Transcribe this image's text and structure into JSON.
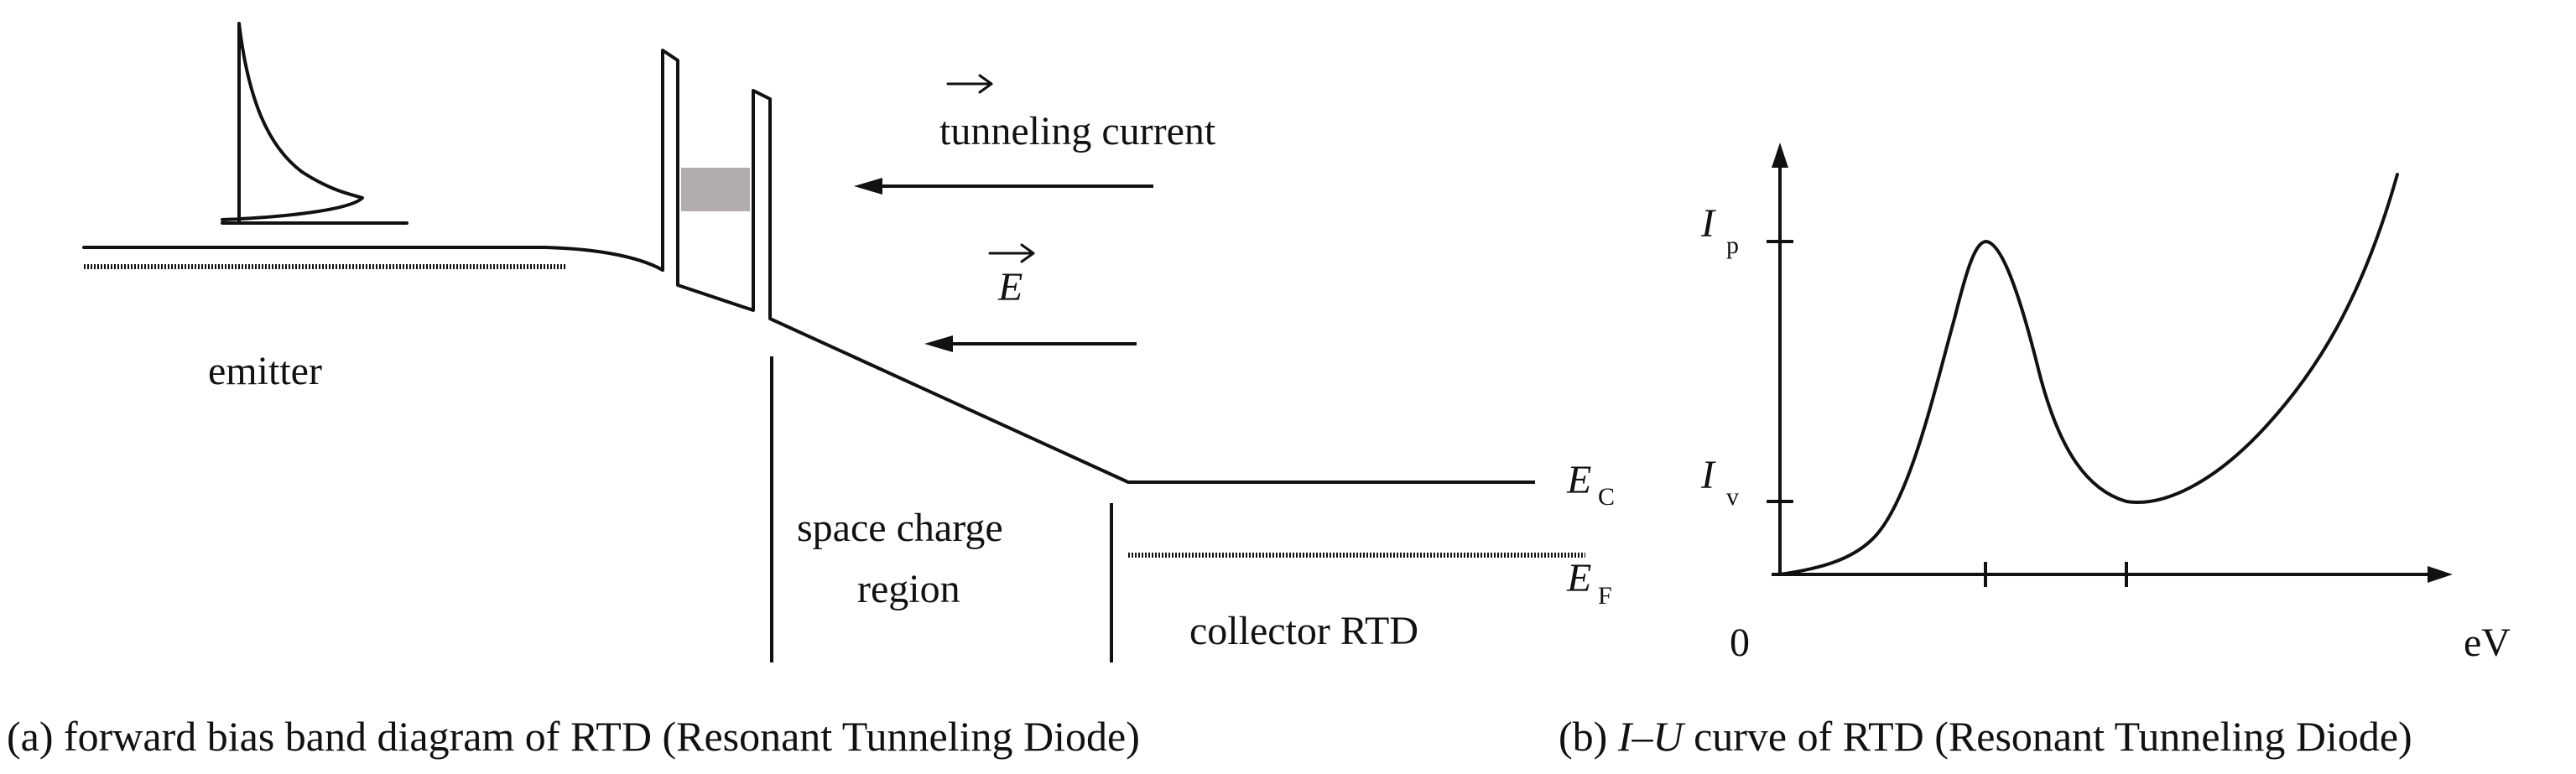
{
  "panel_a": {
    "caption": "(a) forward bias band diagram of RTD (Resonant Tunneling Diode)",
    "labels": {
      "tunneling_current": "tunneling current",
      "field_vector": "E",
      "emitter": "emitter",
      "space_charge_line1": "space charge",
      "space_charge_line2": "region",
      "collector": "collector RTD",
      "conduction_band": "E",
      "conduction_band_sub": "C",
      "fermi_level": "E",
      "fermi_level_sub": "F"
    },
    "colors": {
      "line": "#111111",
      "quantum_well_state": "#b3acac"
    }
  },
  "panel_b": {
    "caption_prefix": "(b) ",
    "caption_italic": "I",
    "caption_dash": "–",
    "caption_italic2": "U",
    "caption_suffix": " curve of RTD (Resonant Tunneling Diode)",
    "y_tick_peak": "I",
    "y_tick_peak_sub": "p",
    "y_tick_valley": "I",
    "y_tick_valley_sub": "v",
    "origin_label": "0",
    "x_axis_label": "eV"
  }
}
